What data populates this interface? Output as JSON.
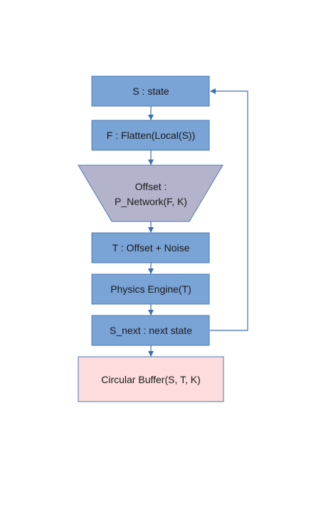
{
  "nodes": {
    "state": {
      "label": "S : state"
    },
    "flatten": {
      "label": "F : Flatten(Local(S))"
    },
    "offset": {
      "line1": "Offset :",
      "line2": "P_Network(F, K)"
    },
    "target": {
      "label": "T : Offset + Noise"
    },
    "physics": {
      "label": "Physics Engine(T)"
    },
    "next_state": {
      "label": "S_next : next state"
    },
    "buffer": {
      "label": "Circular Buffer(S, T, K)"
    }
  },
  "colors": {
    "process_fill": "#7aa3d6",
    "process_stroke": "#4a79b8",
    "network_fill": "#b3b3cc",
    "network_stroke": "#4a79b8",
    "buffer_fill": "#fcdcdc",
    "buffer_stroke": "#4a79b8",
    "edge": "#3d6fb0"
  }
}
